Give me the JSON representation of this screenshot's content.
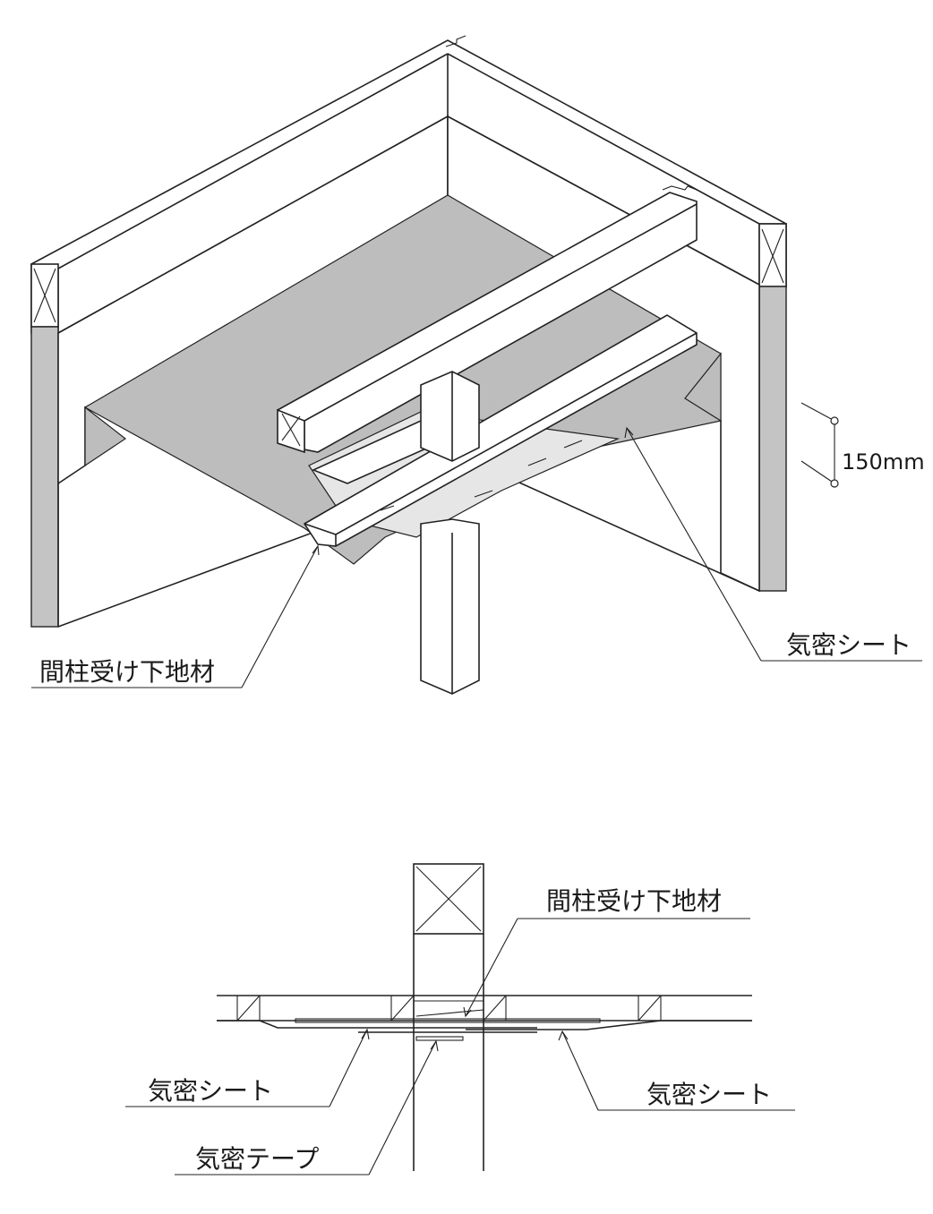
{
  "figure_top": {
    "dimension_label": "150mm",
    "label_stud_support": "間柱受け下地材",
    "label_airtight_sheet": "気密シート"
  },
  "figure_bottom": {
    "label_stud_support": "間柱受け下地材",
    "label_airtight_sheet_left": "気密シート",
    "label_airtight_sheet_right": "気密シート",
    "label_airtight_tape": "気密テープ"
  },
  "colors": {
    "line": "#222222",
    "sheet_fill": "#bdbdbd",
    "background": "#ffffff"
  }
}
